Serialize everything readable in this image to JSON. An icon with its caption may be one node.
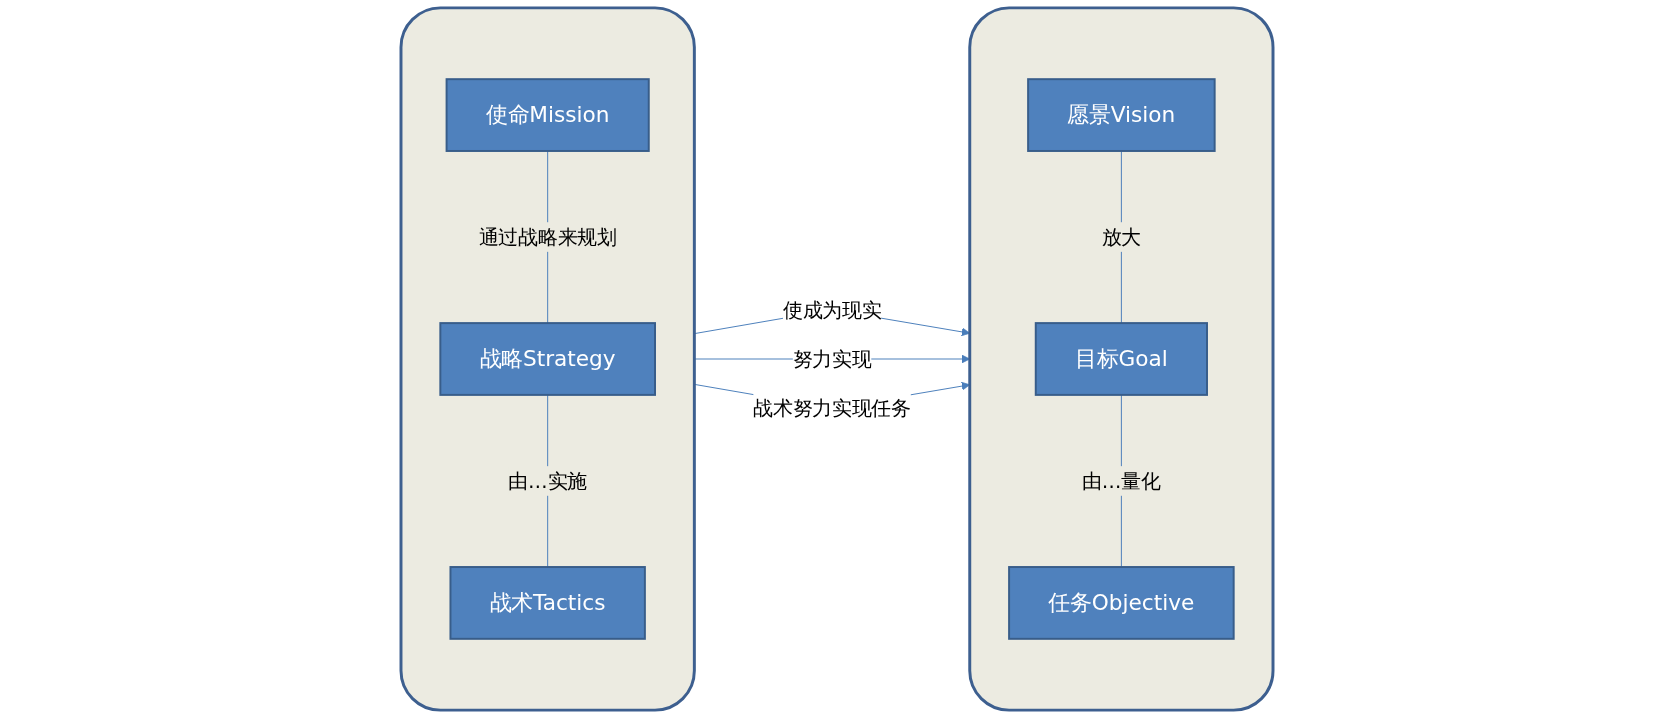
{
  "diagram": {
    "nodes": [
      {
        "text": [],
        "shape": "box"
      },
      {
        "text": [
          "使命Mission"
        ],
        "in": 0
      },
      {
        "text": [
          "战略Strategy"
        ],
        "in": 0
      },
      {
        "text": [
          "战术Tactics"
        ],
        "in": 0
      },
      {
        "text": [],
        "shape": "box"
      },
      {
        "text": [
          "愿景Vision"
        ],
        "in": 4
      },
      {
        "text": [
          "目标Goal"
        ],
        "in": 4
      },
      {
        "text": [
          "任务Objective"
        ],
        "in": 4
      }
    ],
    "edges": [
      {
        "from": 1,
        "to": 2,
        "arrow": "none",
        "label": "通过战略来规划"
      },
      {
        "from": 2,
        "to": 3,
        "arrow": "none",
        "label": "由…实施"
      },
      {
        "from": 5,
        "to": 6,
        "arrow": "none",
        "label": "放大"
      },
      {
        "from": 6,
        "to": 7,
        "arrow": "none",
        "label": "由…量化"
      },
      {
        "from": 0,
        "to": 4,
        "arrow": "to",
        "label": "使成为现实"
      },
      {
        "from": 0,
        "to": 4,
        "arrow": "to",
        "label": "努力实现"
      },
      {
        "from": 0,
        "to": 4,
        "arrow": "to",
        "label": "战术努力实现任务"
      }
    ]
  }
}
